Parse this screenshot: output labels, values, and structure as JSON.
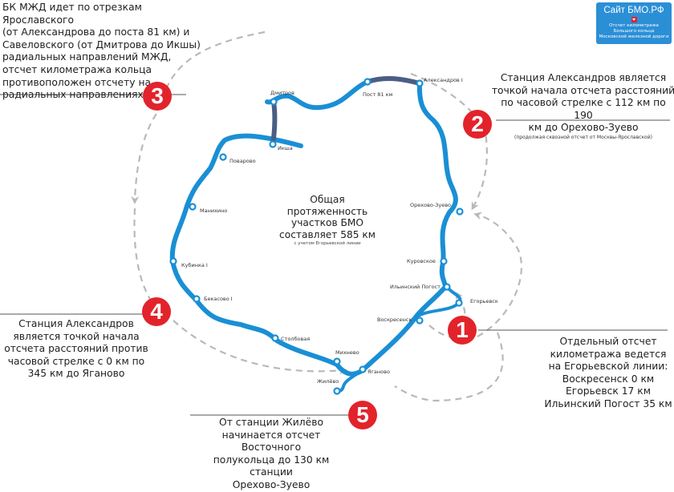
{
  "logo": {
    "title": "Сайт БМО.РФ",
    "icon": "down-arrow-icon",
    "line1": "Отсчет километража",
    "line2": "Большого кольца",
    "line3": "Московской железной дороги",
    "background_color": "#2b8fd6"
  },
  "colors": {
    "ring_main": "#1a8fd5",
    "ring_radial_segments": "#4a5e86",
    "badge": "#e3232b",
    "dashed_arrows": "#b9b9b9"
  },
  "center_label": {
    "line1": "Общая",
    "line2": "протяженность",
    "line3": "участков БМО",
    "line4": "составляет 585 км",
    "note": "с учетом Егорьевской линии"
  },
  "stations": [
    {
      "name": "Александров I"
    },
    {
      "name": "Пост 81 км"
    },
    {
      "name": "Дмитров"
    },
    {
      "name": "Икша"
    },
    {
      "name": "Поварово"
    },
    {
      "name": "Манихино"
    },
    {
      "name": "Кубинка I"
    },
    {
      "name": "Бекасово I"
    },
    {
      "name": "Столбовая"
    },
    {
      "name": "Михнево"
    },
    {
      "name": "Жилёво"
    },
    {
      "name": "Яганово"
    },
    {
      "name": "Воскресенск"
    },
    {
      "name": "Егорьевск"
    },
    {
      "name": "Ильинский Погост"
    },
    {
      "name": "Куровское"
    },
    {
      "name": "Орехово-Зуево"
    }
  ],
  "notes": {
    "n1": {
      "badge": "1",
      "lines": [
        "Отдельный отсчет",
        "километража ведется",
        "на Егорьевской линии:",
        "Воскресенск 0 км",
        "Егорьевск 17 км",
        "Ильинский Погост 35 км"
      ]
    },
    "n2": {
      "badge": "2",
      "lines": [
        "Станция Александров является",
        "точкой начала отсчета расстояний",
        "по часовой стрелке с 112 км по 190",
        "км до Орехово-Зуево"
      ],
      "small": "(продолжая сквозной отсчет от Москвы-Ярославской)"
    },
    "n3": {
      "badge": "3",
      "lines": [
        "БК МЖД идет по отрезкам",
        "Ярославского",
        "(от Александрова до поста 81 км) и",
        "Савеловского (от Дмитрова до Икшы)",
        "радиальных направлений МЖД,",
        "отсчет километража кольца",
        "противоположен отсчету на",
        "радиальных направлениях"
      ]
    },
    "n4": {
      "badge": "4",
      "lines": [
        "Станция Александров",
        "является точкой начала",
        "отсчета расстояний против",
        "часовой стрелке с 0 км по",
        "345 км до Яганово"
      ]
    },
    "n5": {
      "badge": "5",
      "lines": [
        "От станции Жилёво",
        "начинается отсчет Восточного",
        "полукольца до 130 км станции",
        "Орехово-Зуево"
      ]
    }
  }
}
